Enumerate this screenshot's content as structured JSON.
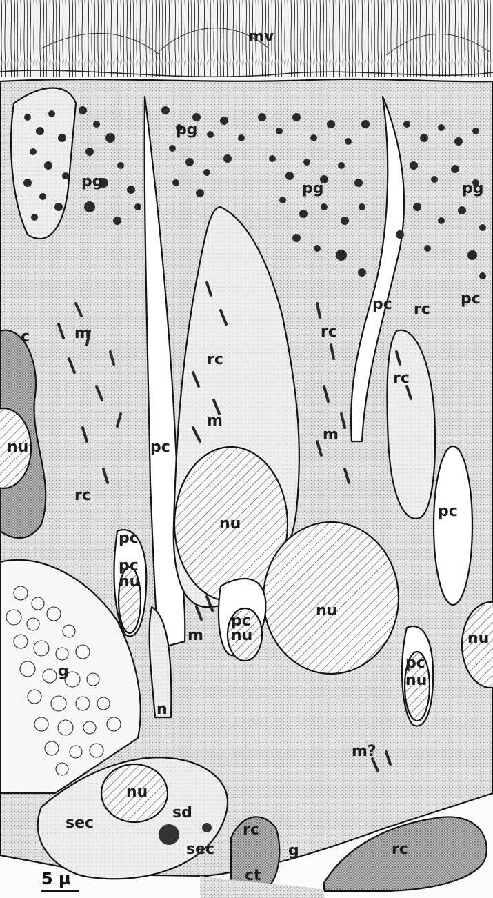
{
  "figure": {
    "scale_bar_label": "5 µ"
  },
  "labels": {
    "mv": "mv",
    "pg": "pg",
    "c": "c",
    "m": "m",
    "rc": "rc",
    "pc": "pc",
    "nu": "nu",
    "g": "g",
    "n": "n",
    "sec": "sec",
    "sd": "sd",
    "ct": "ct",
    "m_query": "m?"
  }
}
